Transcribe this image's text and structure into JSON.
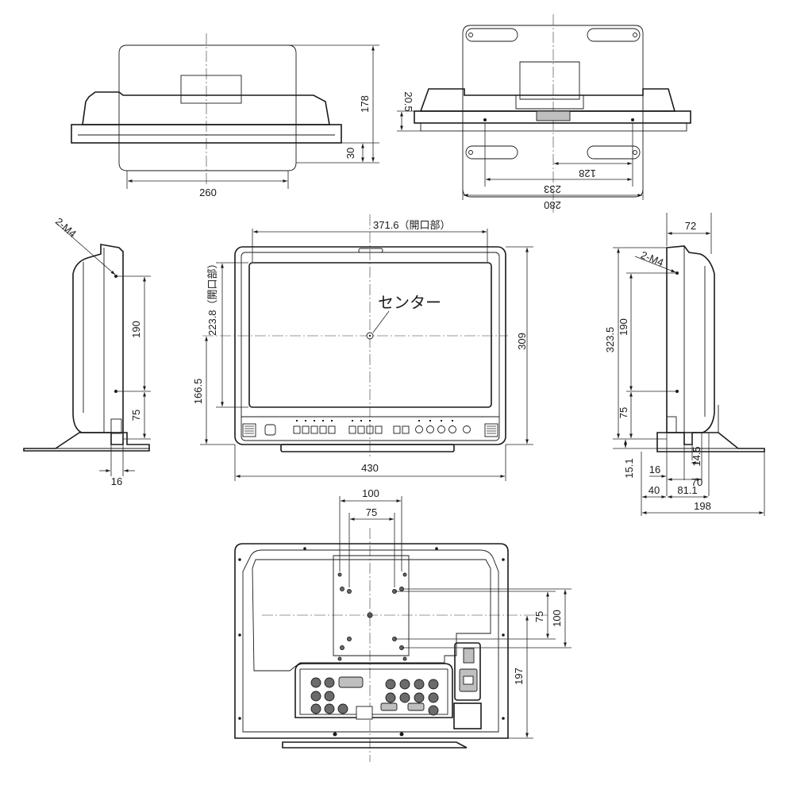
{
  "top_view": {
    "dim_width": "260",
    "dim_depth": "178",
    "dim_30": "30"
  },
  "top_view_rotated": {
    "dim_20_5": "20.5",
    "dim_128": "128",
    "dim_233": "233",
    "dim_280": "280"
  },
  "front_view": {
    "opening_width": "371.6（開口部）",
    "opening_height": "223.8（開口部）",
    "center_label": "センター",
    "dim_309": "309",
    "dim_166_5": "166.5",
    "dim_430": "430"
  },
  "left_side_view": {
    "screw_label": "2-M4",
    "dim_190": "190",
    "dim_75": "75",
    "dim_16": "16"
  },
  "right_side_view": {
    "screw_label": "2-M4",
    "dim_72": "72",
    "dim_323_5": "323.5",
    "dim_190": "190",
    "dim_75": "75",
    "dim_15_1": "15.1",
    "dim_16": "16",
    "dim_14_5": "14.5",
    "dim_70": "70",
    "dim_40": "40",
    "dim_81_1": "81.1",
    "dim_198": "198"
  },
  "rear_view": {
    "dim_100_h": "100",
    "dim_75_h": "75",
    "dim_75_v": "75",
    "dim_100_v": "100",
    "dim_197": "197"
  }
}
